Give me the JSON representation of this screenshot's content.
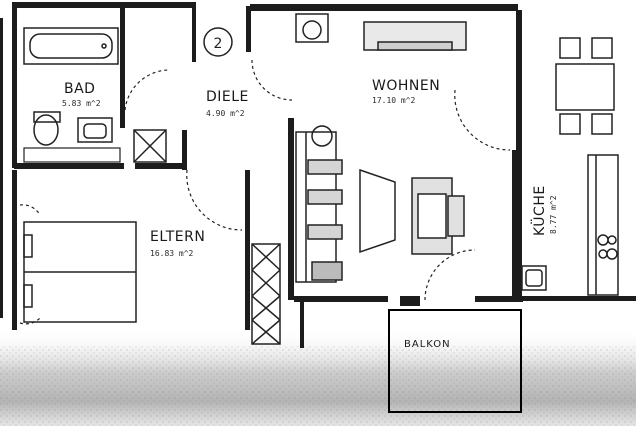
{
  "unit_number": "2",
  "rooms": {
    "bad": {
      "name": "BAD",
      "area": "5.83 m^2"
    },
    "diele": {
      "name": "DIELE",
      "area": "4.90 m^2"
    },
    "wohnen": {
      "name": "WOHNEN",
      "area": "17.10 m^2"
    },
    "kueche": {
      "name": "KÜCHE",
      "area": "8.77 m^2"
    },
    "eltern": {
      "name": "ELTERN",
      "area": "16.83 m^2"
    }
  },
  "balcony": {
    "name": "BALKON"
  },
  "colors": {
    "wall": "#1c1c1c",
    "highlight_box": "#000000",
    "paper": "#ffffff"
  }
}
